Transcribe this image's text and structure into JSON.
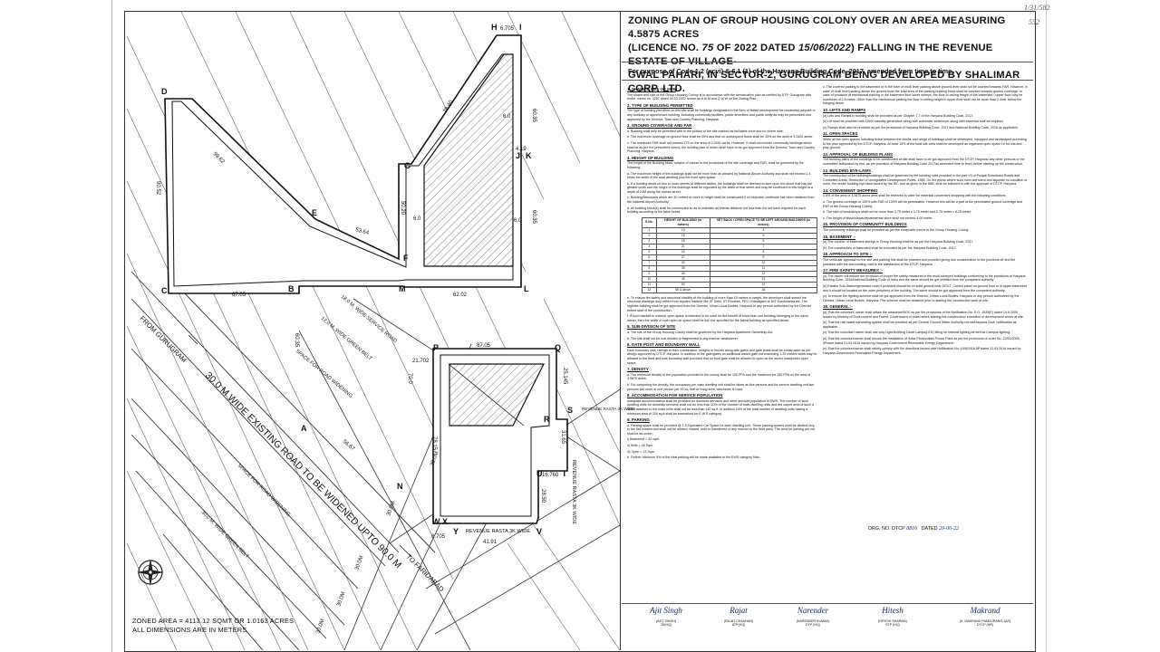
{
  "title": {
    "line1": "ZONING PLAN OF GROUP HOUSING COLONY OVER AN AREA MEASURING  4.5875 ACRES",
    "line2_a": "(LICENCE NO.",
    "line2_licence": "75",
    "line2_b": "OF 2022 DATED",
    "line2_date": "15/06/2022",
    "line2_c": ") FALLING IN THE REVENUE ESTATE OF VILLAGE-",
    "line3": "GWAL PAHARI,  IN  SECTOR-2,  GURUGRAM BEING DEVELOPED BY SHALIMAR CORP. LTD."
  },
  "subtitle": "For purpose of Code 1.2 (xcvi) & 6.1 (1) of the Haryana Building Code, 2017, amended from time to time.",
  "margin_notes": [
    "1/31/582",
    "552"
  ],
  "map_labels": {
    "points": [
      "A",
      "B",
      "C",
      "D",
      "E",
      "F",
      "G",
      "H",
      "I",
      "J",
      "K",
      "L",
      "M",
      "N",
      "P",
      "Q",
      "R",
      "S",
      "T",
      "U",
      "V",
      "W",
      "X",
      "Y"
    ],
    "dims": [
      "6.705",
      "78.40",
      "60.35",
      "4.19",
      "99.62",
      "50.20",
      "6.0",
      "6.0",
      "6.0",
      "60.35",
      "53.64",
      "67.05",
      "62.02",
      "90.52",
      "60.35",
      "21.702",
      "70.0",
      "87.05",
      "25.145",
      "31.65",
      "16.760",
      "28.50",
      "41.91",
      "56.67",
      "78.15",
      "30.0M",
      "6.705",
      "30.0M",
      "30.0M",
      "30.0M",
      "30.0M"
    ],
    "roads": {
      "service_road": "18.0 M. WIDE SERVICE ROAD",
      "green_belt_12": "12.0 M. WIDE GREEN BELT",
      "space_widening_1": "SPACE FOR ROAD WIDENING",
      "main_road": "30.0 M WIDE EXISTING ROAD TO BE WIDENED UPTO 90.0 M",
      "space_widening_2": "SPACE FOR ROAD WIDENING",
      "green_belt_30": "30.0 M. WIDE GREEN BELT",
      "from_gurugram": "FROM GURUGRAM",
      "to_faridabad": "TO FARIDABAD",
      "revenue_rasta_h": "REVENUE RASTA 3K WIDE",
      "revenue_rasta_v": "REVENUE RASTA 3K WIDE",
      "revenue_rasta_s": "REVENUE RASTA 3K WIDE"
    }
  },
  "zoned_area": "ZONED AREA = 4113.12 SQMT OR 1.0163 ACRES",
  "dimensions_note": "ALL DIMENSIONS ARE IN METERS",
  "col1": [
    {
      "h": "1. SHAPE & SIZE OF SITE",
      "p": [
        "The shape and size of the Group Housing Colony is in accordance with the demarcation plan as verified by DTP, Gurugram vide endst. memo no. 3267 dated 30.03.2022 shown as A to M and Q to W on the Zoning Plan."
      ]
    },
    {
      "h": "2. TYPE OF BUILDING PERMITTED",
      "p": [
        "The type of building permitted on this site shall be buildings designated in the form of flatted development for residential purpose or any ancillary or appurtenant building, including community facilities, public amenities and public utility as may be prescribed and approved by the Director, Town and Country Planning, Haryana."
      ]
    },
    {
      "h": "3. GROUND COVERAGE AND FAR",
      "p": [
        "a. Building shall only be permitted with in the portion of the site marked as buildable zone and no where else.",
        "b. The maximum coverage on ground floor shall be 35% and that on subsequent floors shall be 35% on the area of 3.3402 acres.",
        "c. The maximum FAR shall not exceed 175 on the area of 3.2492 acres. However, it shall not include community buildings which shall be as per the prescribed norms, the building plan of which shall have to be got approved from the Director, Town and Country Planning, Haryana."
      ]
    },
    {
      "h": "4. HEIGHT OF BUILDING",
      "p": [
        "The height of the Building block, subject of course to the provisions of the site coverage and FAR, shall be governed by the following:",
        "a. The maximum height of the buildings shall not be more than as allowed by National Airport Authority and shall not exceed 1.5 times the width of the road abutting plus the front open space.",
        "b. If a building abuts on two or more streets of different widths, the buildings shall be deemed to face upon the street that has the greater width and the height of the buildings shall be regulated by the width of that street and may be continued to this height to a depth of 24M along the narrow street.",
        "c. Building/Structures which are 30 meters or more in height shall be constructed if no objection certificate has been obtained from the National Airport Authority.",
        "d. All building block(s) shall be constructed so as to maintain an interse distance not less than the set back required for each building according to the table below:"
      ]
    }
  ],
  "height_table": {
    "headers": [
      "S.No.",
      "HEIGHT OF BUILDING (in meters)",
      "SET BACK / OPEN SPACE TO BE LEFT AROUND BUILDINGS (in meters)"
    ],
    "rows": [
      [
        "1",
        "10",
        "3"
      ],
      [
        "2",
        "15",
        "5"
      ],
      [
        "3",
        "18",
        "6"
      ],
      [
        "4",
        "21",
        "7"
      ],
      [
        "5",
        "24",
        "8"
      ],
      [
        "6",
        "27",
        "9"
      ],
      [
        "7",
        "30",
        "10"
      ],
      [
        "8",
        "35",
        "11"
      ],
      [
        "9",
        "40",
        "12"
      ],
      [
        "10",
        "45",
        "13"
      ],
      [
        "11",
        "50",
        "14"
      ],
      [
        "12",
        "55 & above",
        "16"
      ]
    ]
  },
  "col1b": [
    {
      "h": "",
      "p": [
        "e. To ensure fire safety and structural stability of the building of more than 15 meters in height, the developer shall submit the structural drawings duly vetted from reputed institute like IIT Delhi, IIT Roorkee, PEC Chandigarh or NIT Kurukshetra etc. The highrise building shall be got approved from the Director, Urban Local Bodies, Haryana or any person authorized by the Director before start of the construction.",
        "f. If such blanket or exterior open space is intended to be used for the benefit of more than one building belonging to the same owner, then the width of such open air space shall be the one specified for the tallest building as specified above."
      ]
    },
    {
      "h": "5. SUB-DIVISION OF SITE",
      "p": [
        "a. The site of the Group Housing Colony shall be governed by the Haryana Apartment Ownership Act.",
        "b. The site shall not be sub-divided or fragmented in any manner whatsoever."
      ]
    },
    {
      "h": "6. GATE POST AND BOUNDARY WALL",
      "p": [
        "Each boundary wall, railings or their combination, hedges or fences along with gates and gate posts shall be constructed as per design approved by DTCP, Haryana. In addition to the gate/gates an additional wicket gate not exceeding 1.25 meters width may be allowed in the front and side boundary wall provided that no front gate shall be allowed to open on the sector road/public open space."
      ]
    },
    {
      "h": "7. DENSITY",
      "p": [
        "a. The minimum density of the population provided in the colony shall be 100 PPA and the maximum be 150 PPA on the area of 4.5875 acres.",
        "b. For computing the density, the occupancy per main dwelling unit shall be taken as five persons and for service dwelling unit two persons per room or one person per 93 sq. feet of living area, whichever is more."
      ]
    },
    {
      "h": "8. ACCOMMODATION FOR SERVICE POPULATION",
      "p": [
        "Adequate accommodation shall be provided for domestic servants and other services population of EWS. The number of such dwelling units for domestic servants shall not be less than 10% of the number of main dwelling units and the carpet area of such a unit if attached to the main units shall not be less than 140 sq.ft. In addition 15% of the total number of dwelling units having a minimum area of 200 sq.ft shall be earmarked for E.W.S category."
      ]
    },
    {
      "h": "9. PARKING",
      "p": [
        "a. Parking space shall be provided @ 1.5 Equivalent Car Space for each dwelling unit. These parking spaces shall be allotted only to the flat holders and shall not be allotted, leased, sold or transferred in any manner to the third party. The area for parking per car shall be as under:-",
        "   i)  Basement = 32 sqm.",
        "   ii) Stilts      = 28 Sqm.",
        "   iii) Open     = 23 Sqm.",
        "b. Further minimum 5% of the total parking will be made available to the EWS category flats."
      ]
    }
  ],
  "col2": [
    {
      "h": "",
      "p": [
        "c. The covered parking in the basement or in the form of multi level parking above ground level shall not be counted towards FAR. However, in case of multi level parking above the ground level the total area of the parking building block shall be counted towards ground coverage. In case of provision of mechanical parking in the basement floor lower storeys, the floor to ceiling height of the basement / upper floor may be maximum of 4.5 meter. Other than the mechanical parking the floor to ceiling height in upper floor shall not be more than 2.4mtr. below the hanging beam."
      ]
    },
    {
      "h": "10. LIFTS AND RAMPS",
      "p": [
        "(a) Lifts and Ramps in building shall be provided as per Chapter 7.7 of the Haryana Building Code, 2017.",
        "(b) Lift shall be provided with 100% standby generators along with automatic switchover along with essential staff as required.",
        "(c) Ramps shall also be provided as per the provisions of Haryana Building Code, 2017 and National Building Code, 2016 as applicable."
      ]
    },
    {
      "h": "11. OPEN SPACES",
      "p": [
        "While all the open spaces including those between the blocks and wings of buildings shall be developed, equipped and landscaped according to the plan approved by the DTCP, Haryana. At least 15% of the total site area shall be developed as organized open space i.e tot lots and play ground."
      ]
    },
    {
      "h": "12. APPROVAL OF BUILDING PLANS",
      "p": [
        "The building plans of the buildings to be constructed at site shall have to be got approved from the DTCP, Haryana/ any other persons or the committee authorized by him, as per provision of Haryana Building Code 2017as amended time to time) before starting up the construction."
      ]
    },
    {
      "h": "13. BUILDING BYE-LAWS",
      "p": [
        "The construction of the building/buildings shall be governed by the building rules provided in the part VII of Punjab Scheduled Roads and Controlled Areas, Restriction of Unregulated Development Rules, 1965. On the points where such rules are silent and stipulate no condition or norm, the model building bye-laws issued by the ISC and as given in the NBC shall be followed to with the approval of DTCP, Haryana."
      ]
    },
    {
      "h": "14. CONVENIENT SHOPPING",
      "p": [
        "0.5% of the area of 4.5875 acres area shall be reserved to cater for essential convenient shopping with the following conditions.",
        "a. The ground coverage of 100% with FAR of 100% will be permissible. However this will be a part of the permissible ground coverage and FAR of the Group Housing Colony.",
        "b. The size of kiosk/shops shall not be more than 3.75 meter x 3.75 meter and 2.75 meter x 8.25 meter.",
        "c. The height of kiosk/shops/departmental store shall not exceed 4.00 meter."
      ]
    },
    {
      "h": "15. PROVISION OF COMMUNITY BUILDINGS",
      "p": [
        "The community buildings shall be provided as per the composite norms in the Group Housing Colony."
      ]
    },
    {
      "h": "16. BASEMENT :-",
      "p": [
        "(a) The number of basement storeys in Group Housing shall be as per the Haryana Building Code, 2017.",
        "(b) The construction of basement shall be executed as per the Haryana Building Code, 2017."
      ]
    },
    {
      "h": "18. APPROACH TO SITE :-",
      "p": [
        "The vehicular approach to the site and parking lots shall be planned and provided giving due consideration to the junctions off and the junctions with the surrounding road to the satisfaction of the DTCP, Haryana."
      ]
    },
    {
      "h": "17. FIRE SAFETY MEASURES :-",
      "p": [
        "(a) The owner will ensure the provision of proper fire safety measures in the multi-storeyed buildings conforming to the provisions of Haryana Building Code, 2016/National Building Code of India and the same should be got certified from the competent authority.",
        "(b) Electric Sub-Station/generator room if provided should be on solid ground near DG/LT. Control panel on ground floor or in upper basement and it should be located on the outer periphery of the building. The same should be got approved from the competent authority.",
        "(c) To ensure fire fighting scheme shall be got approved from the Director, Urban Local Bodies, Haryana or any person authorized by the Director, Urban Local Bodies, Haryana. Fire scheme shall be obtained prior to starting the construction work at site."
      ]
    },
    {
      "h": "18. GENERAL :-",
      "p": [
        "(a) That the coloniser/ owner shall obtain the clearance/NOC as per the provisions of the Notification No. S.O. 1533(E) dated 14.9.2006 issued by Ministry of Environment and Forest, Government of India before starting the construction/ execution of development works at site.",
        "(b) That the rain water harvesting system shall be provided as per Central Ground Water Authority norms/Haryana Govt. notification as applicable.",
        "(c) That the coloniser/ owner shall use only Light Emitting Diode Lamps(LED) fitting for internal lighting as well as Campus lighting.",
        "(d) That the coloniser/owner shall ensure the installation of Solar Photovoltaic Power Plant as per the provisions of order No. 22/52/2005-5Power dated 21.03.2016 issued by Haryana Government Renewable Energy Department.",
        "(e) That the coloniser/owner shall strictly comply with the directions issued vide Notification No. 19/6/2016-5P dated 31.03.2016 issued by Haryana Government Renewable Energy Department."
      ]
    }
  ],
  "drg": {
    "label_no": "DRG. NO. DTCP",
    "value_no": "8816",
    "label_date": "DATED",
    "value_date": "20-06-22"
  },
  "signatures": [
    {
      "scrawl": "Ajit Singh",
      "name": "(AJIT SINGH)",
      "role": "JD(HQ)"
    },
    {
      "scrawl": "Rajat",
      "name": "(RAJAT CHAUHAN)",
      "role": "ATP(HQ)"
    },
    {
      "scrawl": "Narender",
      "name": "(NARENDER KUMAR)",
      "role": "DTP (HQ)"
    },
    {
      "scrawl": "Hitesh",
      "name": "(HITESH SHARMA)",
      "role": "STP (HQ)"
    },
    {
      "scrawl": "Makrand",
      "name": "(K. MAKRAND PANDURANG, IAS)",
      "role": "DTCP (HR)"
    }
  ]
}
